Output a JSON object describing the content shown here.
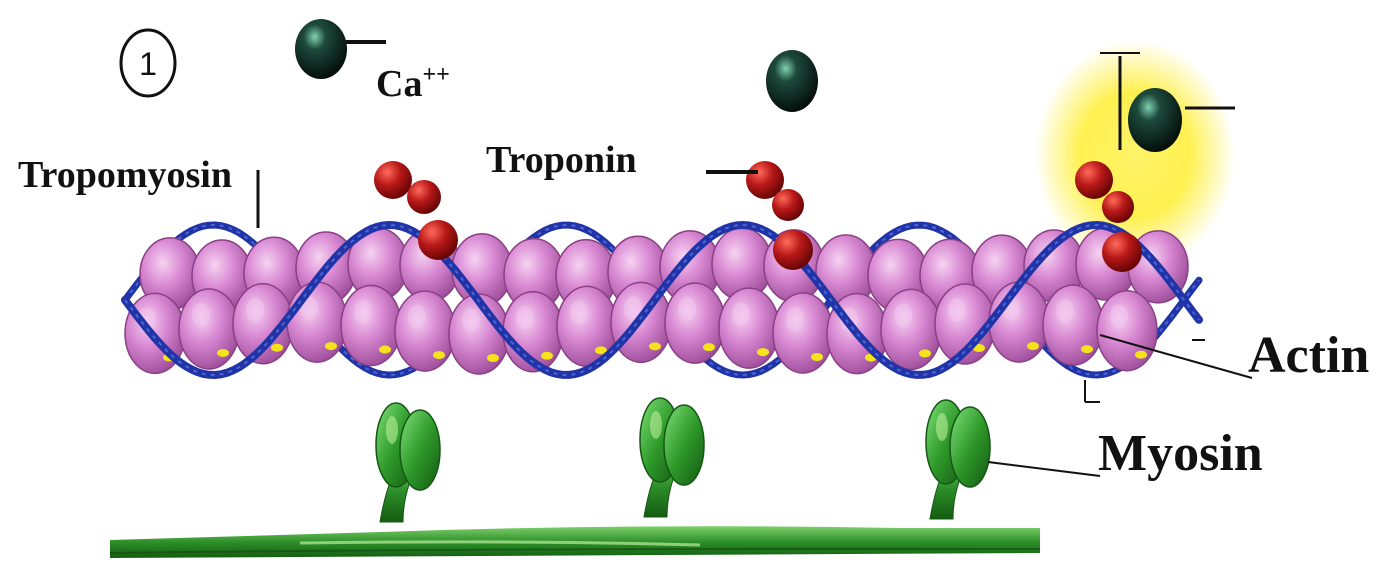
{
  "figure": {
    "step_number": "1",
    "labels": {
      "calcium": "Ca",
      "calcium_charge": "++",
      "tropomyosin": "Tropomyosin",
      "troponin": "Troponin",
      "actin": "Actin",
      "myosin": "Myosin"
    },
    "colors": {
      "actin_bead": "#d77fd0",
      "actin_highlight": "#f2c4ee",
      "actin_shadow": "#9a4c97",
      "binding_site": "#f3e21c",
      "tropomyosin": "#2034a8",
      "troponin": "#b01515",
      "calcium_ion": "#0e2a22",
      "myosin_head": "#2f9a2a",
      "myosin_tail": "#2d8f2a",
      "glow": "#ffee33"
    },
    "icons": {
      "calcium_ion": "dark-sphere-icon",
      "troponin_complex": "red-triple-sphere-icon",
      "myosin_head": "green-bulb-icon"
    }
  }
}
